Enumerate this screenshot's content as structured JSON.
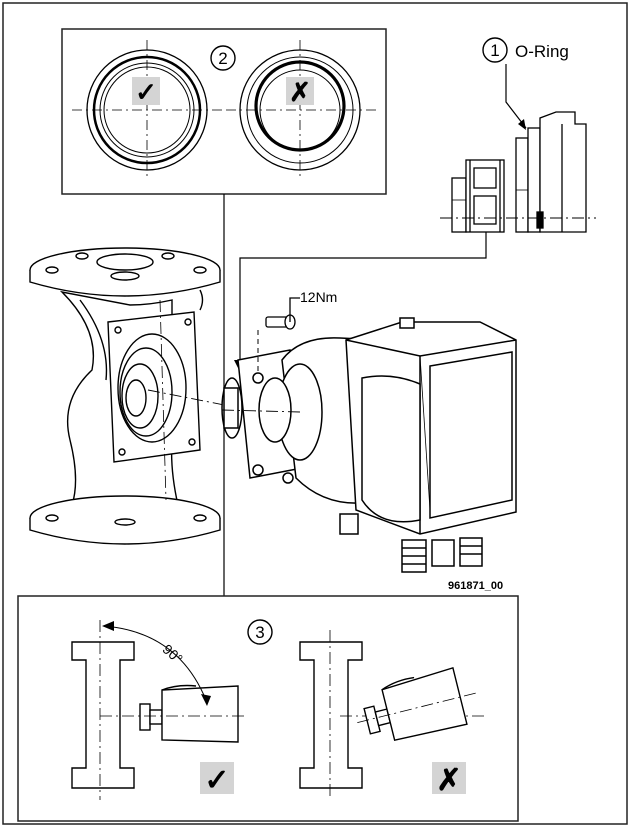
{
  "callouts": {
    "one": "1",
    "two": "2",
    "three": "3"
  },
  "labels": {
    "oring": "O-Ring",
    "torque": "12Nm",
    "angle": "90°",
    "figure_id": "961871_00"
  },
  "marks": {
    "check": "✓",
    "cross": "✗"
  },
  "colors": {
    "line": "#000000",
    "panel_border": "#222222",
    "mark_fill": "#d4d4d4",
    "mark_glyph": "#3a3a3a"
  }
}
